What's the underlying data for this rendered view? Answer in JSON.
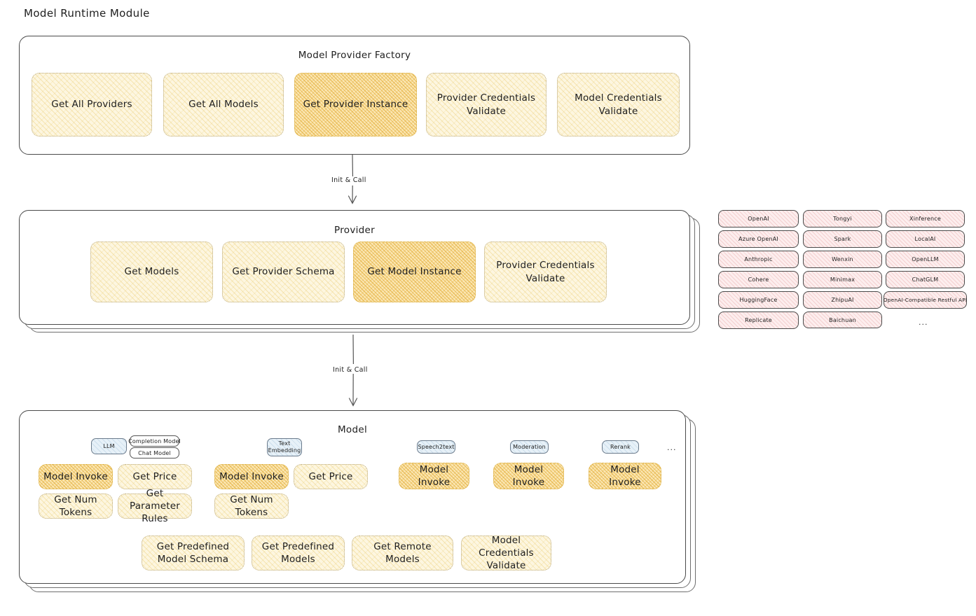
{
  "page": {
    "title": "Model Runtime Module"
  },
  "factory": {
    "title": "Model Provider Factory",
    "nodes": [
      {
        "label": "Get All Providers",
        "highlight": false
      },
      {
        "label": "Get All Models",
        "highlight": false
      },
      {
        "label": "Get Provider Instance",
        "highlight": true
      },
      {
        "label": "Provider Credentials Validate",
        "highlight": false
      },
      {
        "label": "Model Credentials Validate",
        "highlight": false
      }
    ]
  },
  "arrows": [
    {
      "label": "Init & Call"
    },
    {
      "label": "Init & Call"
    }
  ],
  "provider": {
    "title": "Provider",
    "nodes": [
      {
        "label": "Get Models",
        "highlight": false
      },
      {
        "label": "Get Provider Schema",
        "highlight": false
      },
      {
        "label": "Get Model Instance",
        "highlight": true
      },
      {
        "label": "Provider Credentials Validate",
        "highlight": false
      }
    ]
  },
  "provider_list": {
    "columns": [
      [
        "OpenAI",
        "Azure OpenAI",
        "Anthropic",
        "Cohere",
        "HuggingFace",
        "Replicate"
      ],
      [
        "Tongyi",
        "Spark",
        "Wenxin",
        "Minimax",
        "ZhipuAI",
        "Baichuan"
      ],
      [
        "Xinference",
        "LocalAI",
        "OpenLLM",
        "ChatGLM",
        "OpenAI-Compatible Restful API"
      ]
    ],
    "more": "..."
  },
  "model": {
    "title": "Model",
    "more": "...",
    "types": [
      {
        "badge": "LLM",
        "sub_badges": [
          "Completion Model",
          "Chat Model"
        ],
        "methods": [
          {
            "label": "Model Invoke",
            "highlight": true
          },
          {
            "label": "Get Price",
            "highlight": false
          },
          {
            "label": "Get Num Tokens",
            "highlight": false
          },
          {
            "label": "Get Parameter Rules",
            "highlight": false
          }
        ]
      },
      {
        "badge": "Text Embedding",
        "sub_badges": [],
        "methods": [
          {
            "label": "Model Invoke",
            "highlight": true
          },
          {
            "label": "Get Price",
            "highlight": false
          },
          {
            "label": "Get Num Tokens",
            "highlight": false
          }
        ]
      },
      {
        "badge": "Speech2text",
        "sub_badges": [],
        "methods": [
          {
            "label": "Model Invoke",
            "highlight": true
          }
        ]
      },
      {
        "badge": "Moderation",
        "sub_badges": [],
        "methods": [
          {
            "label": "Model Invoke",
            "highlight": true
          }
        ]
      },
      {
        "badge": "Rerank",
        "sub_badges": [],
        "methods": [
          {
            "label": "Model Invoke",
            "highlight": true
          }
        ]
      }
    ],
    "common_methods": [
      {
        "label": "Get Predefined Model Schema"
      },
      {
        "label": "Get Predefined Models"
      },
      {
        "label": "Get Remote Models"
      },
      {
        "label": "Model Credentials Validate"
      }
    ]
  },
  "colors": {
    "node_fill": "#fdf6e0",
    "node_highlight_fill": "#fbe7b4",
    "badge_fill": "#e7f1f8",
    "chip_fill": "#fdeeee",
    "stroke": "#1e1e1e"
  }
}
